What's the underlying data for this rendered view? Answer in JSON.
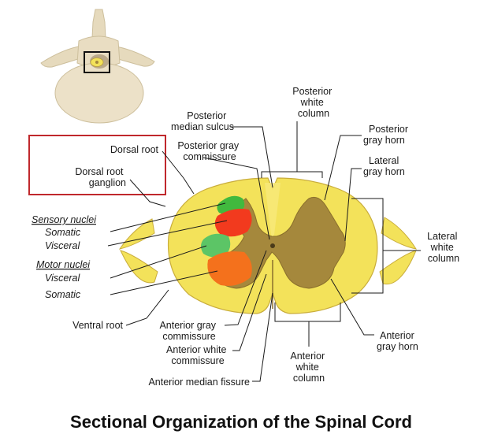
{
  "title": "Sectional Organization of the Spinal Cord",
  "labels": {
    "posterior_white_column": [
      "Posterior",
      "white",
      "column"
    ],
    "posterior_median_sulcus": [
      "Posterior",
      "median sulcus"
    ],
    "posterior_gray_commissure": [
      "Posterior gray",
      "commissure"
    ],
    "posterior_gray_horn": [
      "Posterior",
      "gray horn"
    ],
    "lateral_gray_horn": [
      "Lateral",
      "gray horn"
    ],
    "dorsal_root": "Dorsal root",
    "dorsal_root_ganglion": [
      "Dorsal root",
      "ganglion"
    ],
    "sensory_nuclei": "Sensory nuclei",
    "somatic_sensory": "Somatic",
    "visceral_sensory": "Visceral",
    "motor_nuclei": "Motor nuclei",
    "visceral_motor": "Visceral",
    "somatic_motor": "Somatic",
    "lateral_white_column": [
      "Lateral",
      "white",
      "column"
    ],
    "ventral_root": "Ventral root",
    "anterior_gray_commissure": [
      "Anterior gray",
      "commissure"
    ],
    "anterior_white_commissure": [
      "Anterior white",
      "commissure"
    ],
    "anterior_median_fissure": "Anterior median fissure",
    "anterior_gray_horn": [
      "Anterior",
      "gray horn"
    ],
    "anterior_white_column": [
      "Anterior",
      "white",
      "column"
    ]
  },
  "colors": {
    "white_matter": "#f3e25a",
    "gray_matter": "#a5883c",
    "somatic_sensory": "#41b93e",
    "visceral_sensory": "#f23a1e",
    "visceral_motor": "#5cc566",
    "somatic_motor": "#f4711c",
    "highlight_box": "#c0282c",
    "vertebra": "#ece1c8"
  }
}
